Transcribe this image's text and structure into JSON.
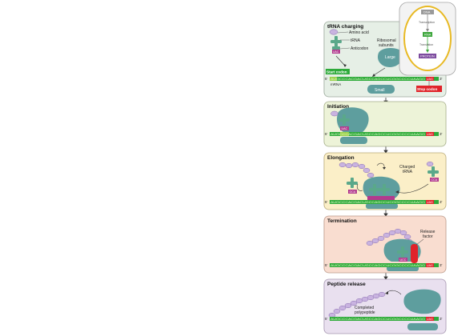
{
  "panels": {
    "trna_charging": {
      "title": "tRNA charging",
      "amino_acid": "Amino acid",
      "trna": "tRNA",
      "anticodon": "Anticodon",
      "ribosomal_subunits": "Ribosomal subunits",
      "large": "Large",
      "small": "Small",
      "start_codon": "Start codon",
      "stop_codon": "Stop codon",
      "mrna": "mRNA",
      "anticodon_code": "UAC"
    },
    "initiation": {
      "title": "Initiation",
      "anticodon_code": "UAC"
    },
    "elongation": {
      "title": "Elongation",
      "charged_trna": "Charged tRNA",
      "codes": [
        "GCA",
        "UUG",
        "CCA"
      ]
    },
    "termination": {
      "title": "Termination",
      "release_factor": "Release factor",
      "code": "UCC"
    },
    "peptide_release": {
      "title": "Peptide release",
      "completed_polypeptide": "Completed polypeptide"
    }
  },
  "mrna_sequence": "AUGCCCACGACUGCCAGCCUCGGCCCCUAAGG",
  "stop_code": "UAG",
  "five_prime": "5'",
  "three_prime": "3'",
  "inset": {
    "dna": "DNA",
    "transcription": "Transcription",
    "rna": "RNA",
    "translation": "Translation",
    "protein": "PROTEIN"
  },
  "colors": {
    "panel1": "#e6efe6",
    "panel2": "#edf3d8",
    "panel3": "#fbefc8",
    "panel4": "#f9ddd0",
    "panel5": "#e9e0ef",
    "ribosome": "#5e9e9e",
    "trna": "#5aa88a",
    "amino": "#c9b3e0",
    "mrna": "#2eaa3a",
    "stop": "#e0232a",
    "purple": "#7c4b9e"
  }
}
